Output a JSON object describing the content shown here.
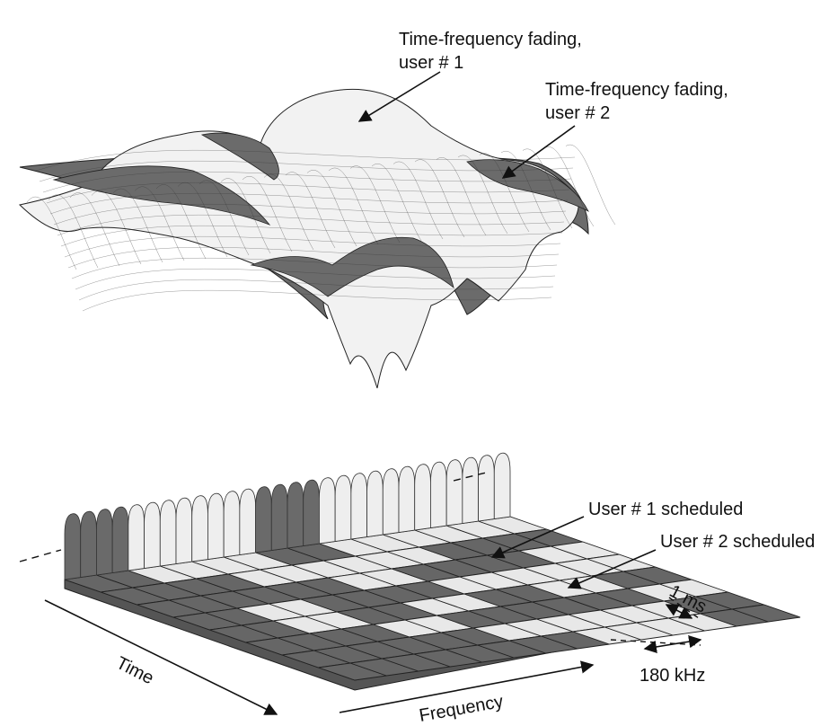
{
  "labels": {
    "fading_user1_line1": "Time-frequency fading,",
    "fading_user1_line2": "user # 1",
    "fading_user2_line1": "Time-frequency fading,",
    "fading_user2_line2": "user # 2",
    "user1_scheduled": "User # 1 scheduled",
    "user2_scheduled": "User # 2 scheduled",
    "tti": "1 ms",
    "rb_bandwidth": "180 kHz",
    "time_axis": "Time",
    "frequency_axis": "Frequency"
  },
  "colors": {
    "user1": "#e8e8e8",
    "user2": "#666666",
    "outline": "#222222"
  },
  "schedule_grid": {
    "rows": [
      [
        2,
        2,
        1,
        1,
        1,
        1,
        2,
        2,
        1,
        1,
        1,
        1,
        1,
        1
      ],
      [
        2,
        2,
        2,
        2,
        1,
        1,
        1,
        1,
        1,
        1,
        2,
        2,
        2,
        2
      ],
      [
        2,
        2,
        2,
        2,
        2,
        2,
        1,
        1,
        2,
        2,
        2,
        2,
        1,
        1
      ],
      [
        2,
        2,
        1,
        1,
        2,
        2,
        2,
        2,
        1,
        1,
        1,
        1,
        1,
        1
      ],
      [
        2,
        2,
        1,
        1,
        2,
        2,
        1,
        1,
        2,
        2,
        1,
        1,
        2,
        2
      ],
      [
        2,
        2,
        2,
        2,
        1,
        1,
        2,
        2,
        2,
        2,
        2,
        2,
        1,
        1
      ],
      [
        2,
        2,
        2,
        2,
        2,
        2,
        1,
        1,
        1,
        1,
        1,
        1,
        2,
        2
      ],
      [
        2,
        2,
        2,
        2,
        2,
        2,
        2,
        2,
        1,
        1,
        1,
        1,
        2,
        2
      ]
    ]
  }
}
